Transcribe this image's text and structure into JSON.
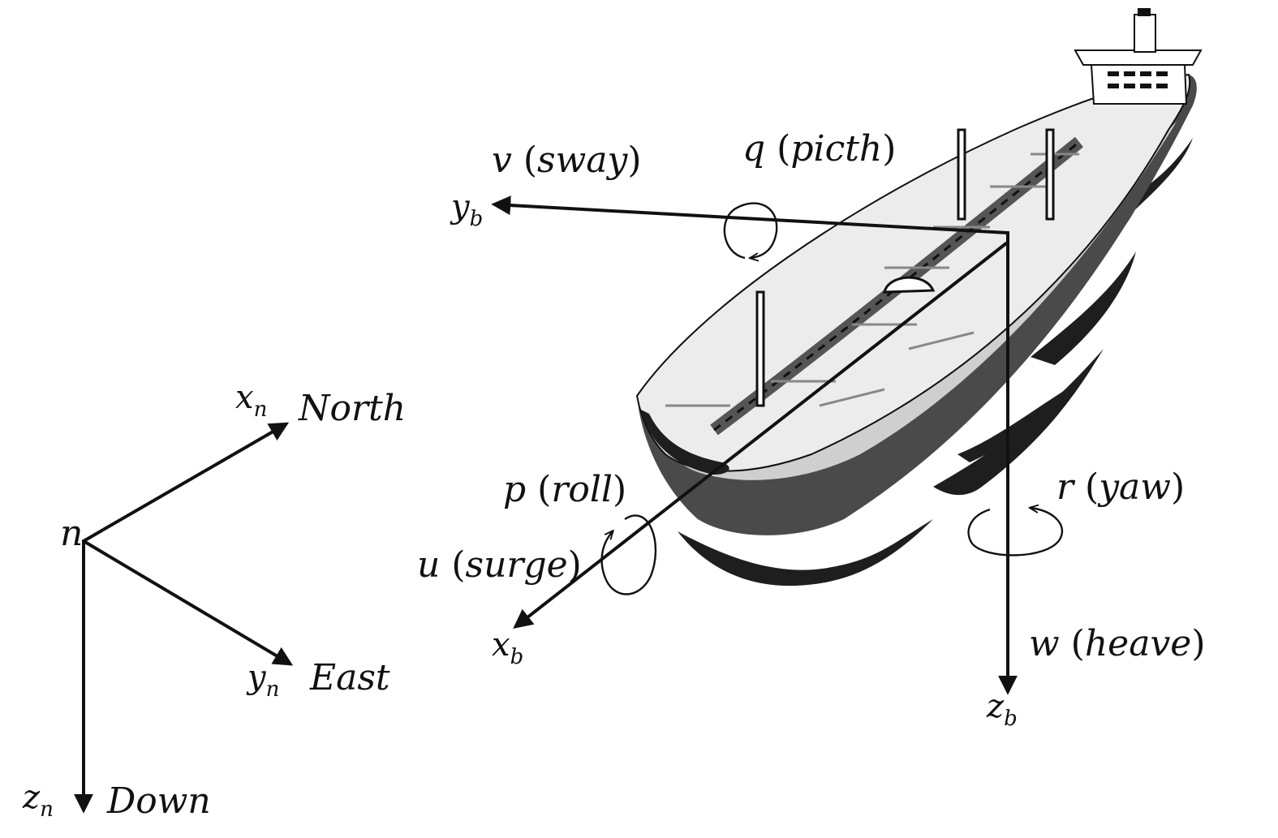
{
  "navigation_frame": {
    "origin": "n",
    "x_axis": {
      "symbol": "x",
      "subscript": "n",
      "direction": "North"
    },
    "y_axis": {
      "symbol": "y",
      "subscript": "n",
      "direction": "East"
    },
    "z_axis": {
      "symbol": "z",
      "subscript": "n",
      "direction": "Down"
    }
  },
  "body_frame": {
    "x_axis": {
      "symbol": "x",
      "subscript": "b"
    },
    "y_axis": {
      "symbol": "y",
      "subscript": "b"
    },
    "z_axis": {
      "symbol": "z",
      "subscript": "b"
    }
  },
  "motions": {
    "surge": {
      "symbol": "u",
      "name": "surge"
    },
    "sway": {
      "symbol": "v",
      "name": "sway"
    },
    "heave": {
      "symbol": "w",
      "name": "heave"
    },
    "roll": {
      "symbol": "p",
      "name": "roll"
    },
    "pitch": {
      "symbol": "q",
      "name": "picth"
    },
    "yaw": {
      "symbol": "r",
      "name": "yaw"
    }
  },
  "colors": {
    "ink": "#111111",
    "hull": "#4a4a4a",
    "deck": "#ececec",
    "water": "#1e1e1e"
  },
  "icons": {
    "ship": "tanker-ship-illustration"
  }
}
